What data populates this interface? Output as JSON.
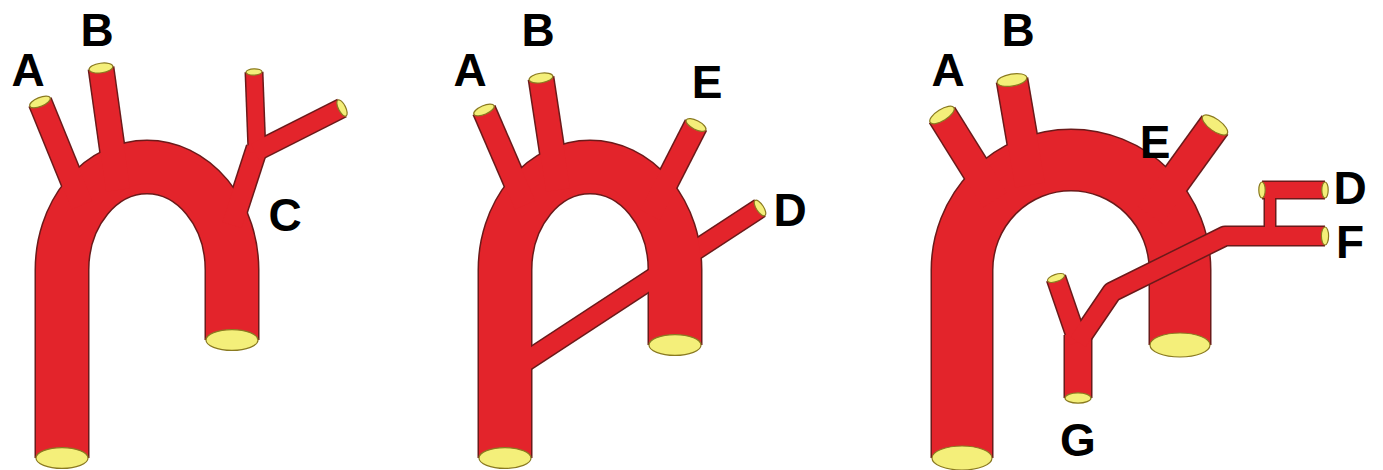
{
  "diagram": {
    "labels": [
      "A",
      "B",
      "C",
      "A",
      "B",
      "E",
      "D",
      "A",
      "B",
      "E",
      "D",
      "F",
      "G"
    ]
  }
}
